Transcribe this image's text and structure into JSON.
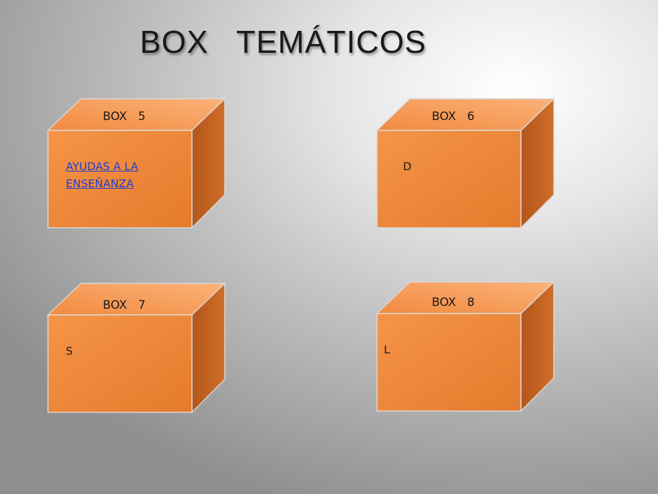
{
  "slide": {
    "title": "BOX   TEMÁTICOS"
  },
  "colors": {
    "box_front": "#f08537",
    "box_top": "#f7a363",
    "box_side": "#b85a1c",
    "link": "#1f3dd6"
  },
  "boxes": [
    {
      "label": "BOX   5",
      "content": "AYUDAS A LA\nENSEÑANZA",
      "is_link": true
    },
    {
      "label": "BOX   6",
      "content": "D",
      "is_link": false
    },
    {
      "label": "BOX   7",
      "content": "S",
      "is_link": false
    },
    {
      "label": "BOX   8",
      "content": "L",
      "is_link": false
    }
  ]
}
